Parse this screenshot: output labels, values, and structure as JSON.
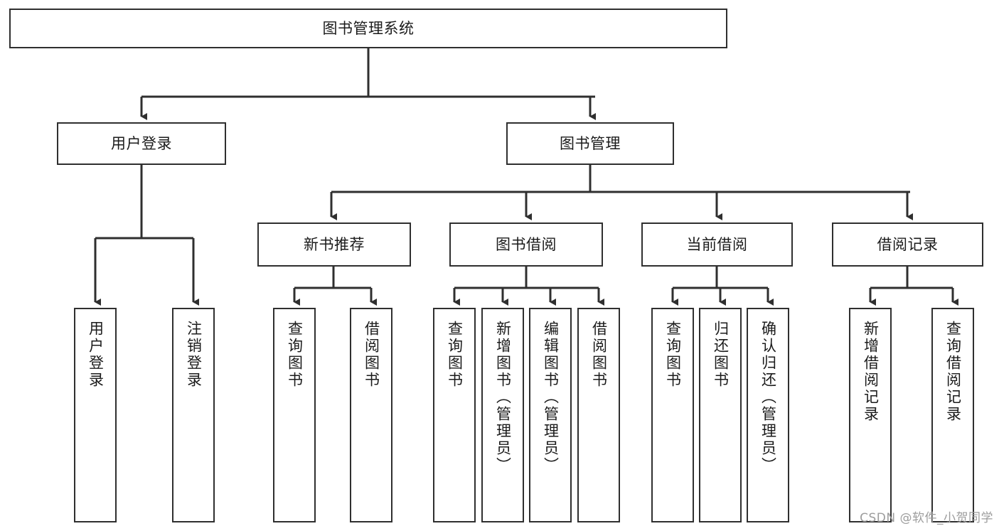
{
  "diagram": {
    "title": "图书管理系统",
    "watermark": "CSDN @软件_小贺同学",
    "line_color": "#2f2f2f",
    "box_fill": "#ffffff",
    "text_color": "#1b1b1b",
    "background": "#ffffff",
    "root": {
      "label": "图书管理系统"
    },
    "level2": [
      {
        "label": "用户登录"
      },
      {
        "label": "图书管理"
      }
    ],
    "level3": [
      {
        "label": "新书推荐"
      },
      {
        "label": "图书借阅"
      },
      {
        "label": "当前借阅"
      },
      {
        "label": "借阅记录"
      }
    ],
    "leaves": {
      "user_login": [
        {
          "label": "用户登录"
        },
        {
          "label": "注销登录"
        }
      ],
      "new_book_recommend": [
        {
          "label": "查询图书"
        },
        {
          "label": "借阅图书"
        }
      ],
      "book_borrow": [
        {
          "label": "查询图书"
        },
        {
          "label": "新增图书（管理员）"
        },
        {
          "label": "编辑图书（管理员）"
        },
        {
          "label": "借阅图书"
        }
      ],
      "current_borrow": [
        {
          "label": "查询图书"
        },
        {
          "label": "归还图书"
        },
        {
          "label": "确认归还（管理员）"
        }
      ],
      "borrow_record": [
        {
          "label": "新增借阅记录"
        },
        {
          "label": "查询借阅记录"
        }
      ]
    }
  }
}
